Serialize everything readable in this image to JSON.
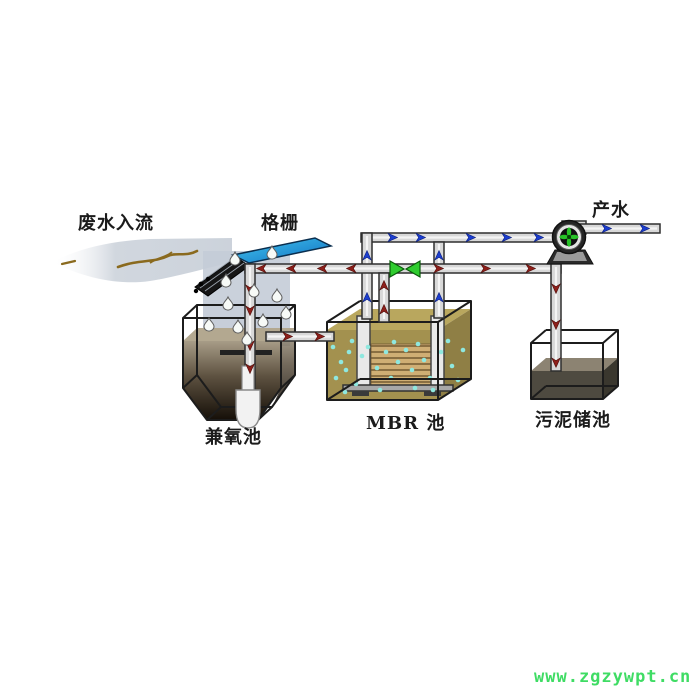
{
  "labels": {
    "inflow": "废水入流",
    "screen": "格栅",
    "product_water": "产水",
    "facultative_tank": "兼氧池",
    "mbr_tank": "MBR 池",
    "sludge_tank": "污泥储池"
  },
  "watermark": {
    "text": "www.zgzywpt.cn"
  },
  "icons": {
    "pump": "pump-icon",
    "valve": "valve-icon",
    "bar_screen": "bar-screen-icon",
    "droplet": "droplet-icon",
    "mixer": "mixer-icon",
    "membrane_module": "membrane-module-icon"
  },
  "colors": {
    "pipe-fill": "#d8d8d8",
    "pipe-stroke": "#2f2f2f",
    "pipe-highlight": "#f4f4f4",
    "arrow-red": "#8e1f1a",
    "arrow-blue": "#1c3ed0",
    "valve-green": "#2fcc2f",
    "screen-plate-light": "#45c6ee",
    "screen-plate-dark": "#0e6fc2",
    "mesh-dark": "#161616",
    "stream-gray": "#c9d0d9",
    "waterfall-gray": "#c4ccd7",
    "debris-brown": "#8a6a1e",
    "tank-outline": "#1c1c1c",
    "facultative-liquid-top": "#a79c87",
    "facultative-liquid-mid": "#5d5140",
    "facultative-liquid-bottom": "#150f08",
    "facultative-surface": "#b3a890",
    "mbr-liquid": "#a3914f",
    "mbr-liquid-top": "#b9a75e",
    "mbr-liquid-side": "#8f7f45",
    "membrane-tan": "#cfae74",
    "membrane-brown": "#8a6f42",
    "bubble-cyan": "#8fe8df",
    "sludge-liquid": "#4e4a40",
    "sludge-liquid-top": "#8c8372",
    "sludge-liquid-side": "#3a372e",
    "pump-body": "#262626",
    "pump-ring": "#e4e4e4",
    "fan-green": "#27c227",
    "mixer-white": "#f2f2f2",
    "watermark-green": "#3fdc64",
    "label-color": "#1b1b1b"
  }
}
